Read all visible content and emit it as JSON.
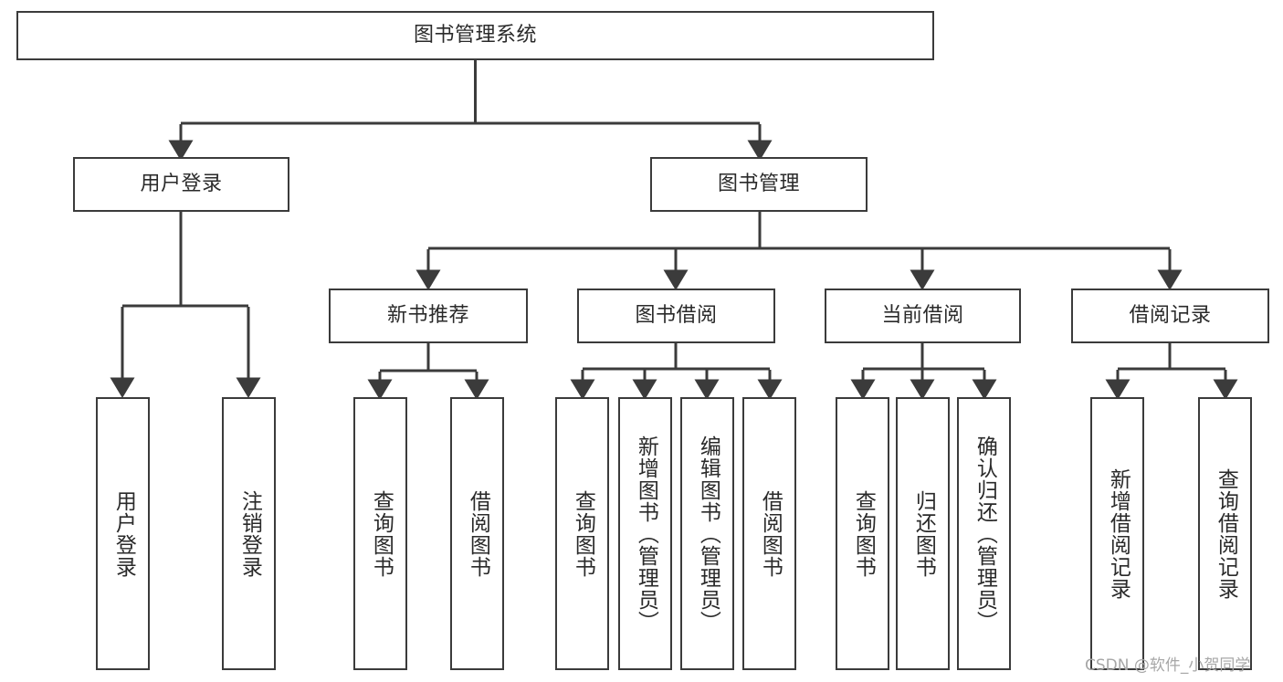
{
  "diagram": {
    "title": "图书管理系统",
    "type": "hierarchy-tree",
    "watermark": "CSDN @软件_小贺同学",
    "root": {
      "label": "图书管理系统"
    },
    "level2": [
      {
        "label": "用户登录"
      },
      {
        "label": "图书管理"
      }
    ],
    "level3": [
      {
        "label": "新书推荐"
      },
      {
        "label": "图书借阅"
      },
      {
        "label": "当前借阅"
      },
      {
        "label": "借阅记录"
      }
    ],
    "leaves": {
      "user_login": [
        {
          "label": "用户登录"
        },
        {
          "label": "注销登录"
        }
      ],
      "new_book_recommend": [
        {
          "label": "查询图书"
        },
        {
          "label": "借阅图书"
        }
      ],
      "book_borrow": [
        {
          "label": "查询图书"
        },
        {
          "label": "新增图书（管理员）"
        },
        {
          "label": "编辑图书（管理员）"
        },
        {
          "label": "借阅图书"
        }
      ],
      "current_borrow": [
        {
          "label": "查询图书"
        },
        {
          "label": "归还图书"
        },
        {
          "label": "确认归还（管理员）"
        }
      ],
      "borrow_record": [
        {
          "label": "新增借阅记录"
        },
        {
          "label": "查询借阅记录"
        }
      ]
    },
    "colors": {
      "stroke": "#3b3b3b",
      "text": "#2a2a2a",
      "background": "#ffffff",
      "watermark": "#a7a7a7"
    }
  }
}
